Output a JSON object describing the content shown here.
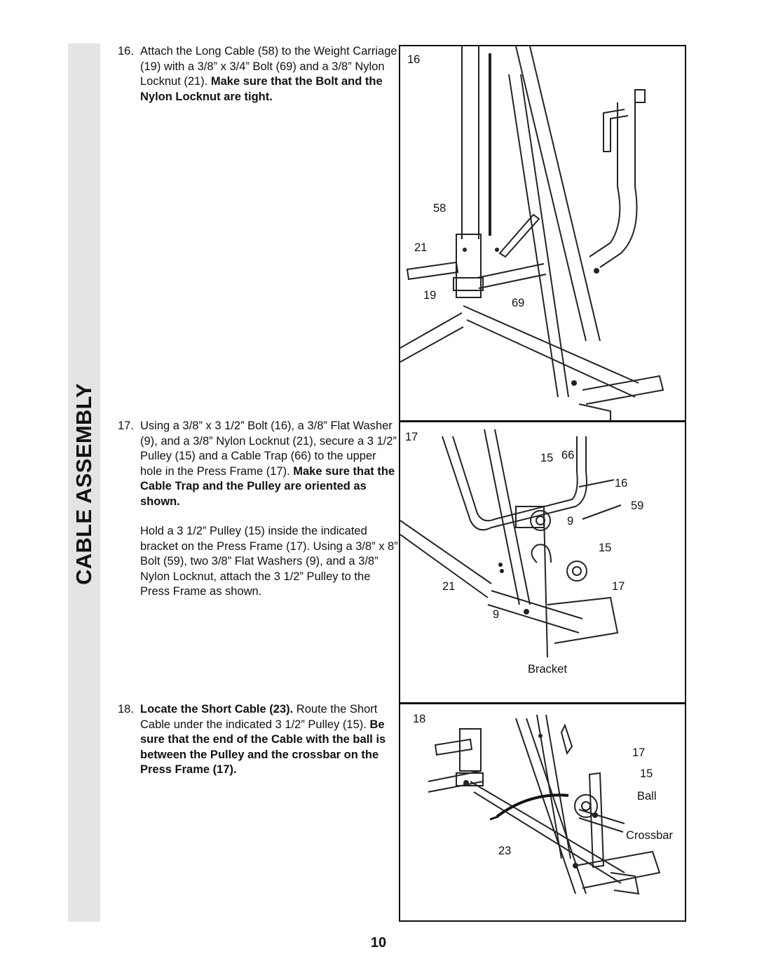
{
  "sidebar": {
    "title": "CABLE ASSEMBLY"
  },
  "steps": [
    {
      "number": "16.",
      "text": "Attach the Long Cable (58) to the Weight Carriage (19) with a 3/8” x 3/4” Bolt (69) and a 3/8” Nylon Locknut (21). ",
      "bold": "Make sure that the Bolt and the Nylon Locknut are tight."
    },
    {
      "number": "17.",
      "text": "Using a 3/8” x 3 1/2” Bolt (16), a 3/8” Flat Washer (9), and a 3/8” Nylon Locknut (21), secure a 3 1/2” Pulley (15) and a Cable Trap (66) to the upper hole in the Press Frame (17). ",
      "bold": "Make sure that the Cable Trap and the Pulley are oriented as shown.",
      "paragraph2": "Hold a 3 1/2” Pulley (15) inside the indicated bracket on the Press Frame (17). Using a 3/8” x 8” Bolt (59), two 3/8” Flat Washers (9), and a 3/8” Nylon Locknut, attach the 3 1/2” Pulley to the Press Frame as shown."
    },
    {
      "number": "18.",
      "bold_lead": "Locate the Short Cable (23).",
      "text": " Route the Short Cable under the indicated 3 1/2” Pulley (15). ",
      "bold": "Be sure that the end of the Cable with the ball is between the Pulley and the crossbar on the Press Frame (17)."
    }
  ],
  "figures": [
    {
      "step_label": "16",
      "callouts": [
        "58",
        "21",
        "19",
        "69"
      ]
    },
    {
      "step_label": "17",
      "callouts": [
        "15",
        "66",
        "16",
        "59",
        "9",
        "15",
        "21",
        "17",
        "9",
        "Bracket"
      ]
    },
    {
      "step_label": "18",
      "callouts": [
        "17",
        "15",
        "Ball",
        "Crossbar",
        "23"
      ]
    }
  ],
  "page_number": "10"
}
